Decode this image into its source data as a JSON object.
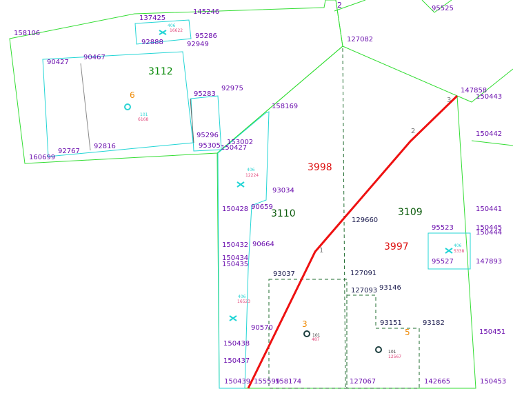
{
  "colors": {
    "parcel": "#33dd33",
    "building": "#22d5d5",
    "route": "#ee1111",
    "parcel_no": "#6a0dad",
    "area_green": "#0a8a0a",
    "area_red": "#dd1111",
    "orange": "#ee8800",
    "dashed": "#1e6b2e"
  },
  "areas": {
    "a3112": "3112",
    "a3998": "3998",
    "a3110": "3110",
    "a3109": "3109",
    "a3997": "3997"
  },
  "orange_nums": {
    "n6": "6",
    "n3": "3",
    "n5": "5",
    "n2": "2"
  },
  "route_vertices": {
    "v1": "1",
    "v2": "2",
    "v3": "3"
  },
  "parcel_ids": {
    "p137425": "137425",
    "p145246": "145246",
    "p158106": "158106",
    "p95286": "95286",
    "p92888": "92888",
    "p92949": "92949",
    "p90427": "90427",
    "p90467": "90467",
    "p92975": "92975",
    "p95283": "95283",
    "p158169": "158169",
    "p95296": "95296",
    "p153002": "153002",
    "p95305": "95305",
    "p150427": "150427",
    "p160699": "160699",
    "p92767": "92767",
    "p92816": "92816",
    "p127082": "127082",
    "p95525": "95525",
    "p147858": "147858",
    "p150443": "150443",
    "p150442": "150442",
    "p93034": "93034",
    "p150428": "150428",
    "p90659": "90659",
    "p129660": "129660",
    "p150441": "150441",
    "p95523": "95523",
    "p150445": "150445",
    "p150444": "150444",
    "p150432": "150432",
    "p90664": "90664",
    "p150434": "150434",
    "p150435": "150435",
    "p95527": "95527",
    "p147893": "147893",
    "p127091": "127091",
    "p93037": "93037",
    "p127093": "127093",
    "p93146": "93146",
    "p90570": "90570",
    "p93151": "93151",
    "p93182": "93182",
    "p150451": "150451",
    "p150438": "150438",
    "p150437": "150437",
    "p150439": "150439",
    "p155599": "155599",
    "p158174": "158174",
    "p127067": "127067",
    "p142665": "142665",
    "p150453": "150453"
  },
  "small_labels": {
    "s406a": "406",
    "s16622": "16622",
    "s406b": "406",
    "s12224": "12224",
    "s406c": "406",
    "s5338": "5338",
    "s406d": "406",
    "s16523": "16523",
    "s101a": "101",
    "s6168": "6168",
    "s101b": "101",
    "s487": "487",
    "s101c": "101",
    "s12567": "12567"
  }
}
